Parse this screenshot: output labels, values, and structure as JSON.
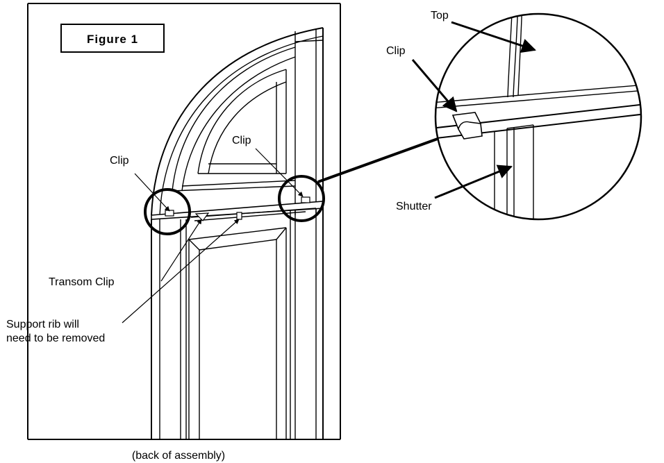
{
  "figure": {
    "title": "Figure 1",
    "caption": "(back of assembly)"
  },
  "labels": {
    "clip_left": "Clip",
    "clip_center": "Clip",
    "clip_detail": "Clip",
    "top": "Top",
    "shutter": "Shutter",
    "transom_clip": "Transom Clip",
    "support_rib_line1": "Support rib will",
    "support_rib_line2": "need to be removed"
  }
}
